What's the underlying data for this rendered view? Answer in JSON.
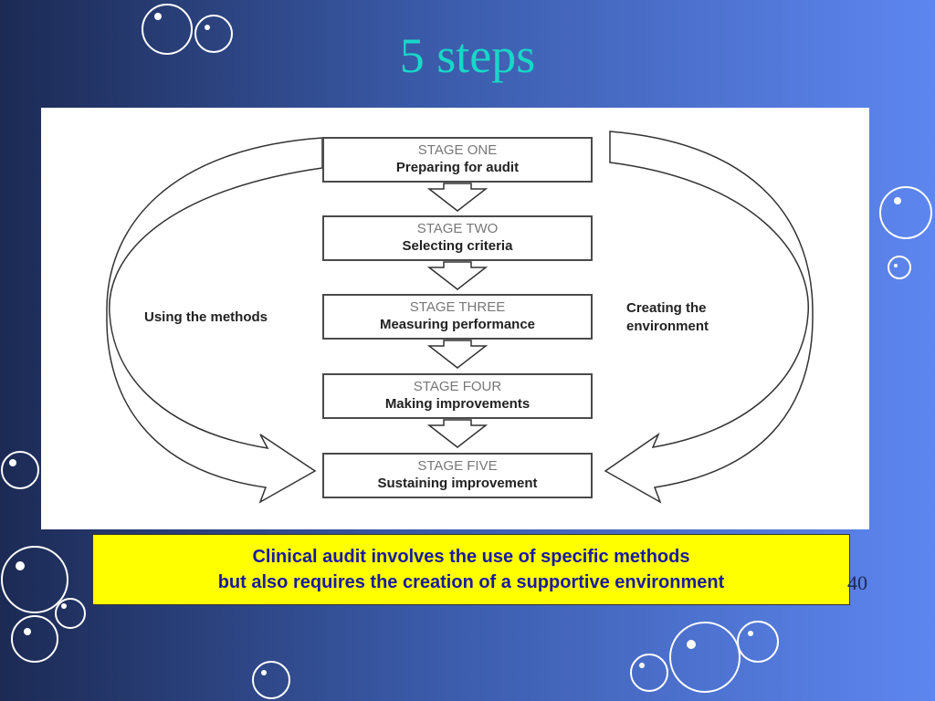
{
  "slide": {
    "title": "5 steps",
    "page_number": "40",
    "colors": {
      "title": "#17d8c8",
      "caption_bg": "#ffff00",
      "caption_text": "#1a1aa0"
    }
  },
  "diagram": {
    "stages": [
      {
        "label": "STAGE ONE",
        "description": "Preparing for audit"
      },
      {
        "label": "STAGE TWO",
        "description": "Selecting criteria"
      },
      {
        "label": "STAGE THREE",
        "description": "Measuring performance"
      },
      {
        "label": "STAGE FOUR",
        "description": "Making improvements"
      },
      {
        "label": "STAGE FIVE",
        "description": "Sustaining improvement"
      }
    ],
    "left_label": "Using the methods",
    "right_label_line1": "Creating the",
    "right_label_line2": "environment"
  },
  "caption": {
    "line1": "Clinical audit involves the use of specific methods",
    "line2": "but also requires the creation of a supportive environment"
  }
}
